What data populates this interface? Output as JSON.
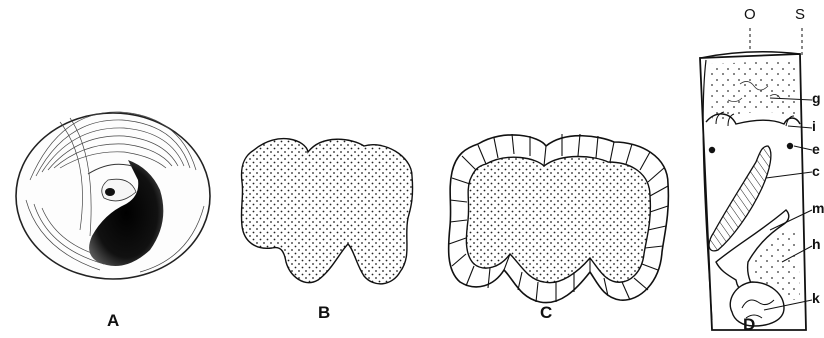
{
  "panels": {
    "A": "A",
    "B": "B",
    "C": "C",
    "D": "D"
  },
  "diagram_d": {
    "top_labels": {
      "o": "O",
      "s": "S"
    },
    "side_labels": [
      "g",
      "i",
      "e",
      "c",
      "m",
      "h",
      "k"
    ]
  },
  "colors": {
    "ink": "#111111",
    "paper": "#ffffff"
  }
}
